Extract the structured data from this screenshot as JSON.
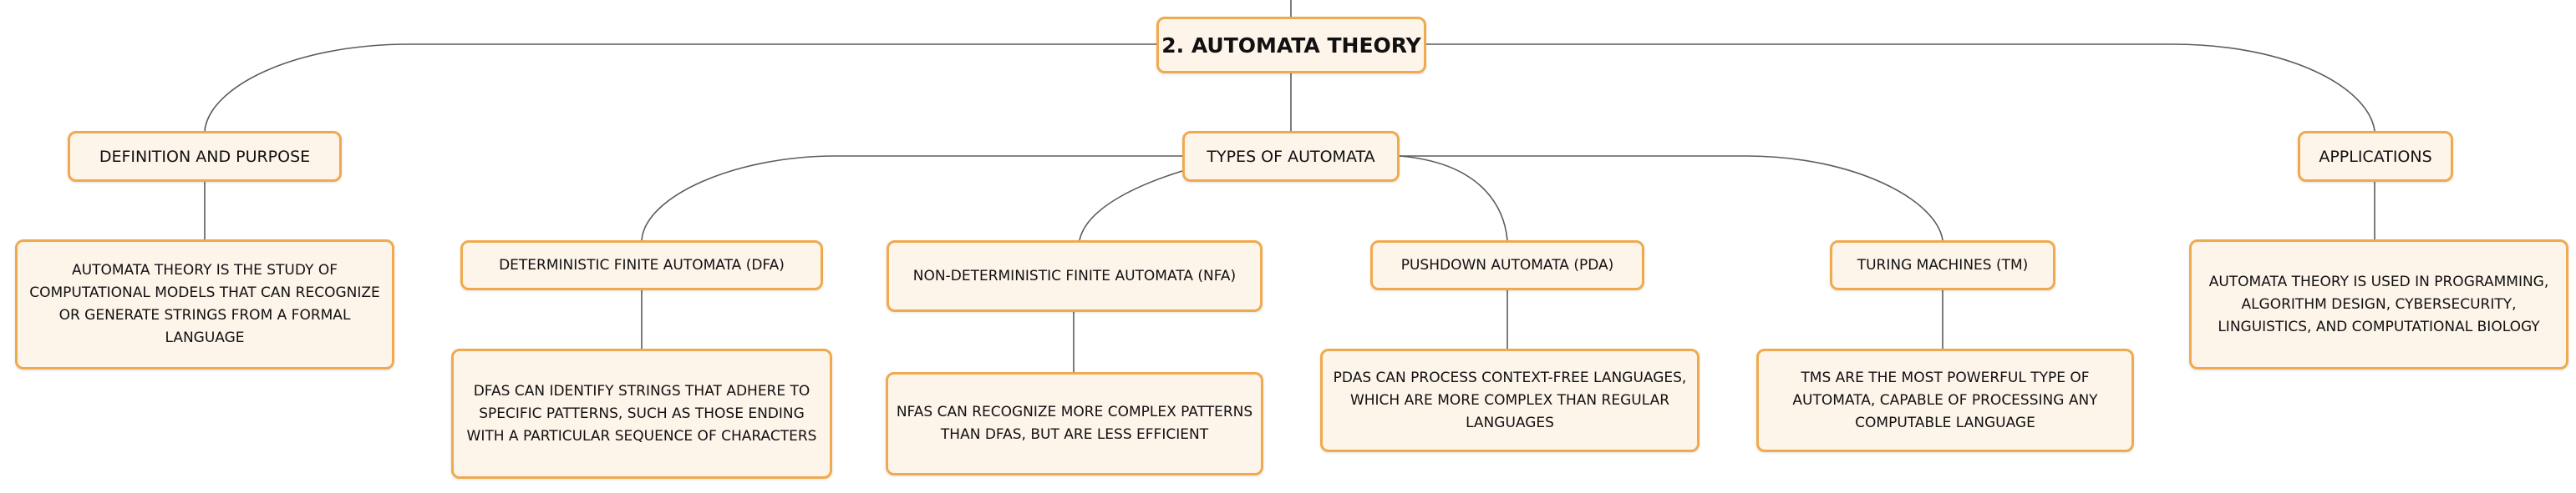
{
  "mindmap": {
    "root": {
      "label": "2. AUTOMATA THEORY"
    },
    "definition": {
      "label": "DEFINITION AND PURPOSE",
      "detail": "AUTOMATA THEORY IS THE STUDY OF COMPUTATIONAL MODELS THAT CAN RECOGNIZE OR GENERATE STRINGS FROM A FORMAL LANGUAGE"
    },
    "types": {
      "label": "TYPES OF AUTOMATA",
      "dfa": {
        "label": "DETERMINISTIC FINITE AUTOMATA (DFA)",
        "detail": "DFAS CAN IDENTIFY STRINGS THAT ADHERE TO SPECIFIC PATTERNS, SUCH AS THOSE ENDING WITH A PARTICULAR SEQUENCE OF CHARACTERS"
      },
      "nfa": {
        "label": "NON-DETERMINISTIC FINITE AUTOMATA (NFA)",
        "detail": "NFAS CAN RECOGNIZE MORE COMPLEX PATTERNS THAN DFAS, BUT ARE LESS EFFICIENT"
      },
      "pda": {
        "label": "PUSHDOWN AUTOMATA (PDA)",
        "detail": "PDAS CAN PROCESS CONTEXT-FREE LANGUAGES, WHICH ARE MORE COMPLEX THAN REGULAR LANGUAGES"
      },
      "tm": {
        "label": "TURING MACHINES (TM)",
        "detail": "TMS ARE THE MOST POWERFUL TYPE OF AUTOMATA, CAPABLE OF PROCESSING ANY COMPUTABLE LANGUAGE"
      }
    },
    "applications": {
      "label": "APPLICATIONS",
      "detail": "AUTOMATA THEORY IS USED IN PROGRAMMING, ALGORITHM DESIGN, CYBERSECURITY, LINGUISTICS, AND COMPUTATIONAL BIOLOGY"
    }
  },
  "colors": {
    "node_fill": "#fdf4ea",
    "node_border": "#f0aa4e",
    "edge": "#5c5c5c",
    "text": "#111111"
  }
}
